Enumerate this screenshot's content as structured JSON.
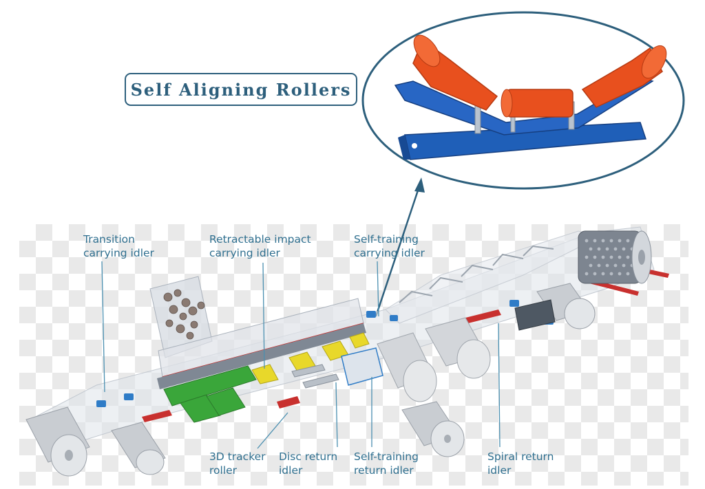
{
  "title": "Self Aligning Rollers",
  "labels": {
    "transition_carrying_idler": [
      "Transition",
      "carrying idler"
    ],
    "retractable_impact_carrying_idler": [
      "Retractable impact",
      "carrying idler"
    ],
    "self_training_carrying_idler": [
      "Self-training",
      "carrying idler"
    ],
    "tracker_3d_roller": [
      "3D tracker",
      "roller"
    ],
    "disc_return_idler": [
      "Disc return",
      "idler"
    ],
    "self_training_return_idler": [
      "Self-training",
      "return idler"
    ],
    "spiral_return_idler": [
      "Spiral return",
      "idler"
    ]
  },
  "colors": {
    "title_border": "#2d5f7c",
    "ellipse_border": "#2d5f7c",
    "label_text": "#2f6f8f",
    "roller_orange": "#e8501e",
    "frame_blue": "#1f5fb8",
    "impact_green": "#3aa63a",
    "bracket_yellow": "#e8d82a",
    "accent_red": "#c8302e"
  }
}
